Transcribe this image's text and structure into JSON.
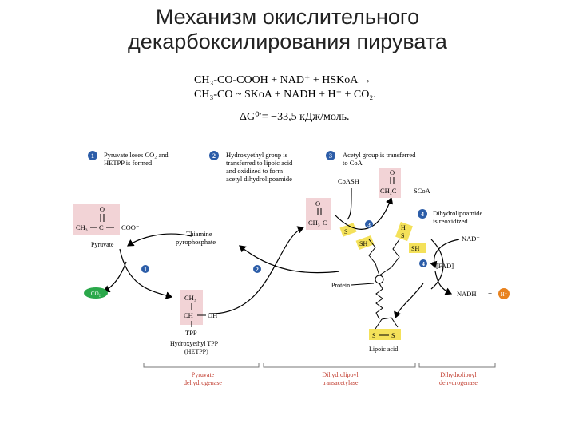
{
  "title": {
    "line1": "Механизм окислительного",
    "line2": "декарбоксилирования пирувата"
  },
  "equation": {
    "line1": "CH₃-CO-COOH + NAD⁺ + HSKoA →",
    "line2": "CH₃-CO ~ SKoA + NADH + H⁺ + CO₂.",
    "delta_g": "ΔG⁰′= −33,5 кДж/моль."
  },
  "steps": {
    "s1": {
      "num": "1",
      "line1": "Pyruvate loses CO₂ and",
      "line2": "HETPP is formed"
    },
    "s2": {
      "num": "2",
      "line1": "Hydroxyethyl group is",
      "line2": "transferred to lipoic acid",
      "line3": "and oxidized to form",
      "line4": "acetyl dihydrolipoamide"
    },
    "s3": {
      "num": "3",
      "line1": "Acetyl group is transferred",
      "line2": "to CoA"
    },
    "s4": {
      "num": "4",
      "line1": "Dihydrolipoamide",
      "line2": "is reoxidized"
    }
  },
  "labels": {
    "pyruvate": "Pyruvate",
    "tpp_line1": "Thiamine",
    "tpp_line2": "pyrophosphate",
    "co2": "CO₂",
    "tpp": "TPP",
    "hetpp_line1": "Hydroxyethyl TPP",
    "hetpp_line2": "(HETPP)",
    "coash": "CoASH",
    "protein": "Protein",
    "lipoic_acid": "Lipoic acid",
    "nad": "NAD⁺",
    "fad": "[FAD]",
    "nadh": "NADH",
    "plus": "+",
    "hplus": "H⁺"
  },
  "chem": {
    "ch3": "CH₃",
    "c": "C",
    "o": "O",
    "coo": "COO⁻",
    "ch": "CH",
    "oh": "OH",
    "ch2c": "CH₂C",
    "scoa": "SCoA",
    "s": "S",
    "sh": "SH",
    "h": "H"
  },
  "enzymes": {
    "e1_line1": "Pyruvate",
    "e1_line2": "dehydrogenase",
    "e2_line1": "Dihydrolipoyl",
    "e2_line2": "transacetylase",
    "e3_line1": "Dihydrolipoyl",
    "e3_line2": "dehydrogenase"
  },
  "colors": {
    "pink": "#f2d3d6",
    "yellow": "#f4e15a",
    "green": "#2aa84a",
    "blue": "#2c5da8",
    "orange": "#e8821e",
    "enzyme": "#c0392b"
  }
}
